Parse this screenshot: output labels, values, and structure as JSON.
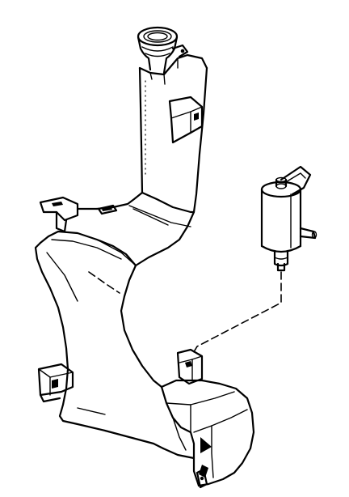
{
  "diagram": {
    "parts": [
      {
        "name": "washer-reservoir",
        "icon": "washer-reservoir-icon"
      },
      {
        "name": "filler-neck",
        "icon": "filler-neck-icon"
      },
      {
        "name": "washer-pump",
        "icon": "washer-pump-icon"
      }
    ],
    "connector_style": "dashed",
    "line_color": "#000000",
    "background": "#ffffff"
  }
}
